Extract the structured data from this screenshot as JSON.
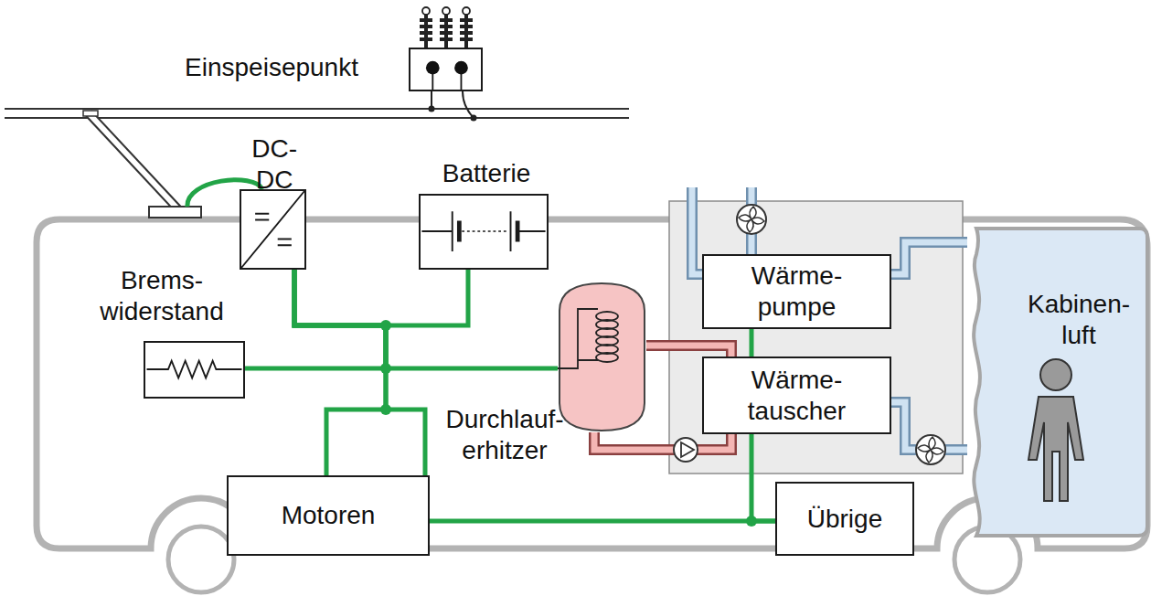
{
  "diagram": {
    "nodes": [
      {
        "text": [
          "Einspeisepunkt"
        ]
      },
      {
        "text": [
          "DC-DC"
        ]
      },
      {
        "text": [
          "Batterie"
        ]
      },
      {
        "text": [
          "Brems- widerstand"
        ]
      },
      {
        "text": [
          "Durchlauf- erhitzer"
        ]
      },
      {
        "text": [
          "Wärme- pumpe"
        ]
      },
      {
        "text": [
          "Wärme- tauscher"
        ]
      },
      {
        "text": [
          "Kabinen- luft"
        ]
      },
      {
        "text": [
          "Motoren"
        ]
      },
      {
        "text": [
          "Übrige"
        ]
      }
    ],
    "edges": [
      {
        "from": 1,
        "to": 2,
        "arrow": "none"
      },
      {
        "from": 1,
        "to": 3,
        "arrow": "none"
      },
      {
        "from": 1,
        "to": 4,
        "arrow": "none"
      },
      {
        "from": 1,
        "to": 8,
        "arrow": "none"
      },
      {
        "from": 1,
        "to": 9,
        "arrow": "none"
      },
      {
        "from": 5,
        "to": 6,
        "arrow": "none"
      },
      {
        "from": 6,
        "to": 9,
        "arrow": "none"
      },
      {
        "from": 4,
        "to": 6,
        "arrow": "none"
      },
      {
        "from": 4,
        "to": 6,
        "arrow": "none"
      },
      {
        "from": 5,
        "to": 7,
        "arrow": "none"
      },
      {
        "from": 6,
        "to": 7,
        "arrow": "none"
      }
    ]
  }
}
